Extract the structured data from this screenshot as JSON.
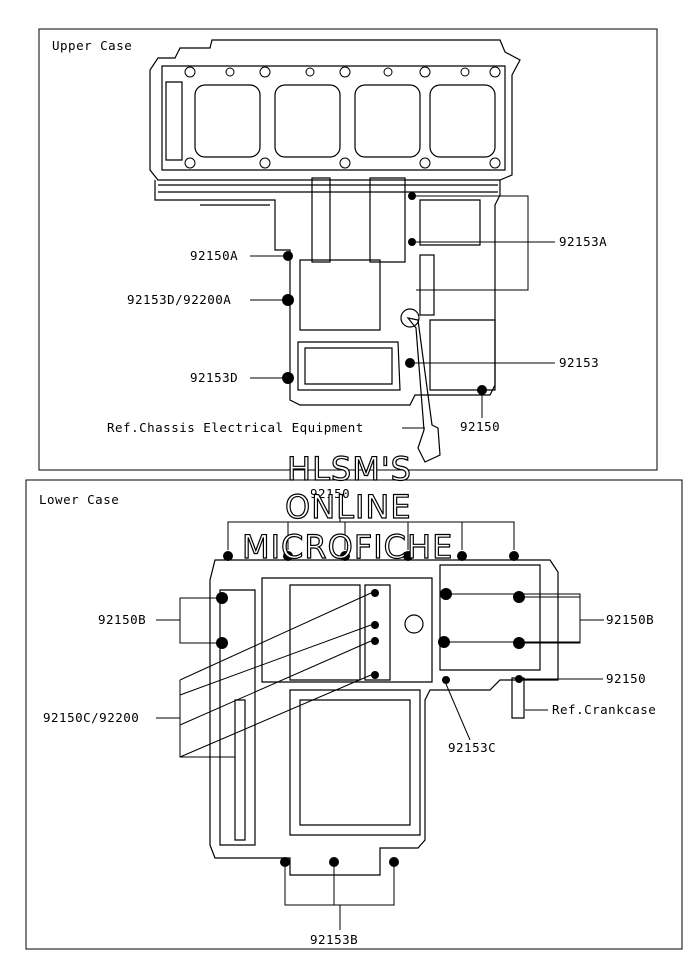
{
  "upper_case": {
    "title": "Upper Case",
    "labels": {
      "p92150A": "92150A",
      "p92153D_92200A": "92153D/92200A",
      "p92153D": "92153D",
      "p92153A": "92153A",
      "p92153": "92153",
      "p92150": "92150",
      "ref_chassis": "Ref.Chassis Electrical Equipment"
    }
  },
  "lower_case": {
    "title": "Lower Case",
    "labels": {
      "p92150_top": "92150",
      "p92150B_left": "92150B",
      "p92150B_right": "92150B",
      "p92150C_92200": "92150C/92200",
      "p92150_right": "92150",
      "ref_crankcase": "Ref.Crankcase",
      "p92153C": "92153C",
      "p92153B": "92153B"
    }
  },
  "watermark": {
    "line1": "HLSM'S",
    "line2": "ONLINE",
    "line3": "MICROFICHE"
  }
}
